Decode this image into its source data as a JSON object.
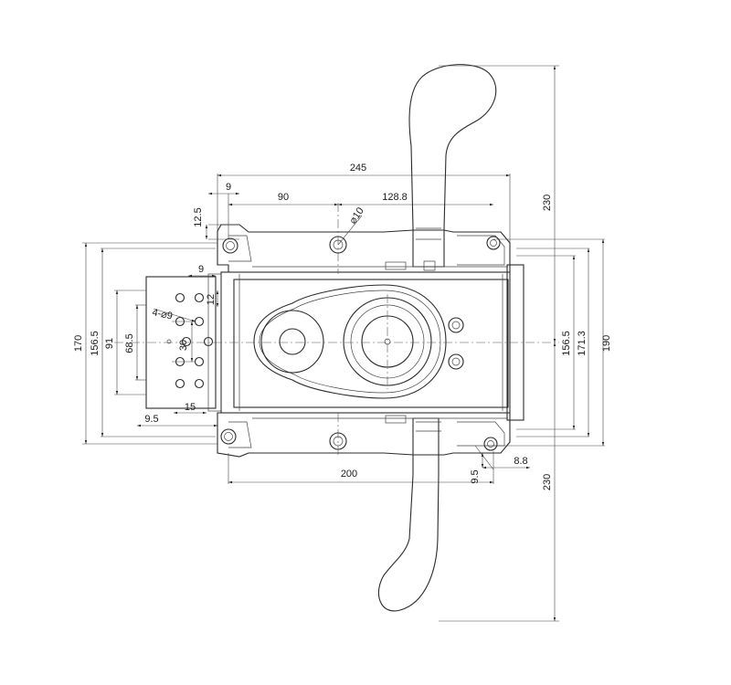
{
  "dimensions": {
    "overall_width": "245",
    "tab_width": "9",
    "hole_to_hole": "90",
    "hole_to_edge": "128.8",
    "hole_diameter": "⌀10",
    "tab_height": "12.5",
    "left_tab": "9",
    "small_height": "12",
    "pattern_holes": "4-⌀9",
    "outer_height": "170",
    "height_156": "156.5",
    "height_91": "91",
    "height_68": "68.5",
    "pattern_30": "30",
    "offset_9_5_h": "9.5",
    "offset_15": "15",
    "bottom_span": "200",
    "bottom_9_5": "9.5",
    "bottom_8_8": "8.8",
    "right_156": "156.5",
    "right_171": "171.3",
    "right_190": "190",
    "lever_upper": "230",
    "lever_lower": "230"
  }
}
